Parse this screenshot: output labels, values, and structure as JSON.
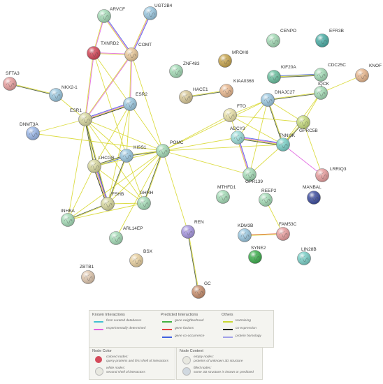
{
  "network": {
    "nodes": [
      {
        "id": "ARVCF",
        "color": "#a6dcb8"
      },
      {
        "id": "UGT2B4",
        "color": "#9cc8e0"
      },
      {
        "id": "TXNRD2",
        "color": "#d44a5a"
      },
      {
        "id": "COMT",
        "color": "#e8c89a"
      },
      {
        "id": "CENPO",
        "color": "#a6dcb8"
      },
      {
        "id": "EFR3B",
        "color": "#4fb0a8"
      },
      {
        "id": "MROH8",
        "color": "#c8a650"
      },
      {
        "id": "ZNF483",
        "color": "#a6dcb8"
      },
      {
        "id": "KIF20A",
        "color": "#6cc0a0"
      },
      {
        "id": "CDC25C",
        "color": "#a6dcb8"
      },
      {
        "id": "KNOF",
        "color": "#e8b890"
      },
      {
        "id": "SFTA3",
        "color": "#e8a0a0"
      },
      {
        "id": "NKX2-1",
        "color": "#9cc8e0"
      },
      {
        "id": "HACE1",
        "color": "#d8c898"
      },
      {
        "id": "KIAA0368",
        "color": "#e8b890"
      },
      {
        "id": "DNAJC27",
        "color": "#9cc8e0"
      },
      {
        "id": "IQCK",
        "color": "#a6dcb8"
      },
      {
        "id": "ESR2",
        "color": "#9cc8e0"
      },
      {
        "id": "ESR1",
        "color": "#d8d8a0"
      },
      {
        "id": "FTO",
        "color": "#e8e0a8"
      },
      {
        "id": "GPRC5B",
        "color": "#c8dc80"
      },
      {
        "id": "DNMT3A",
        "color": "#9cb8e8"
      },
      {
        "id": "ADCY3",
        "color": "#9cdcd8"
      },
      {
        "id": "TNNI3K",
        "color": "#7cd0c8"
      },
      {
        "id": "KISS1",
        "color": "#9cc8e0"
      },
      {
        "id": "POMC",
        "color": "#a6dcb8"
      },
      {
        "id": "LHCGR",
        "color": "#d8d8a0"
      },
      {
        "id": "GPR139",
        "color": "#a6dcb8"
      },
      {
        "id": "LRRIQ3",
        "color": "#e8a0a0"
      },
      {
        "id": "MANBAL",
        "color": "#4050a0"
      },
      {
        "id": "FSHB",
        "color": "#d8d8a0"
      },
      {
        "id": "GHRH",
        "color": "#a6dcb8"
      },
      {
        "id": "MTHFD1",
        "color": "#a6dcb8"
      },
      {
        "id": "REEP2",
        "color": "#a6dcb8"
      },
      {
        "id": "INHBA",
        "color": "#a6dcb8"
      },
      {
        "id": "REN",
        "color": "#a898e0"
      },
      {
        "id": "KDM3B",
        "color": "#9cc8e0"
      },
      {
        "id": "FAM53C",
        "color": "#e8a0a0"
      },
      {
        "id": "ARL14EP",
        "color": "#a6dcb8"
      },
      {
        "id": "SYNE2",
        "color": "#40b050"
      },
      {
        "id": "LIN28B",
        "color": "#7cd0c8"
      },
      {
        "id": "BSX",
        "color": "#e8d0a0"
      },
      {
        "id": "ZBTB1",
        "color": "#e0c8b0"
      },
      {
        "id": "GC",
        "color": "#c89070"
      }
    ],
    "edges": [
      [
        "ARVCF",
        "COMT",
        [
          "#4060e0",
          "#e060e0",
          "#d8d830"
        ]
      ],
      [
        "ARVCF",
        "TXNRD2",
        [
          "#e060e0",
          "#d8d830"
        ]
      ],
      [
        "UGT2B4",
        "COMT",
        [
          "#4060e0",
          "#e060e0",
          "#d8d830"
        ]
      ],
      [
        "TXNRD2",
        "COMT",
        [
          "#e060e0",
          "#d8d830"
        ]
      ],
      [
        "COMT",
        "ESR1",
        [
          "#e060e0",
          "#d8d830"
        ]
      ],
      [
        "COMT",
        "ESR2",
        [
          "#e060e0",
          "#d8d830"
        ]
      ],
      [
        "TXNRD2",
        "ESR1",
        [
          "#e060e0",
          "#d8d830"
        ]
      ],
      [
        "TXNRD2",
        "ESR2",
        [
          "#d8d830"
        ]
      ],
      [
        "COMT",
        "POMC",
        [
          "#d8d830"
        ]
      ],
      [
        "TXNRD2",
        "KISS1",
        [
          "#d8d830"
        ]
      ],
      [
        "SFTA3",
        "NKX2-1",
        [
          "#d8d830",
          "#405030"
        ]
      ],
      [
        "NKX2-1",
        "ESR1",
        [
          "#d8d830"
        ]
      ],
      [
        "ESR1",
        "ESR2",
        [
          "#4060e0",
          "#e060e0",
          "#d8d830",
          "#202020"
        ]
      ],
      [
        "ESR1",
        "DNMT3A",
        [
          "#d8d830"
        ]
      ],
      [
        "ESR1",
        "LHCGR",
        [
          "#d8d830",
          "#405030"
        ]
      ],
      [
        "ESR1",
        "KISS1",
        [
          "#d8d830"
        ]
      ],
      [
        "ESR1",
        "POMC",
        [
          "#d8d830"
        ]
      ],
      [
        "ESR1",
        "FSHB",
        [
          "#d8d830",
          "#405030"
        ]
      ],
      [
        "ESR1",
        "INHBA",
        [
          "#d8d830"
        ]
      ],
      [
        "ESR1",
        "GHRH",
        [
          "#d8d830"
        ]
      ],
      [
        "ESR2",
        "KISS1",
        [
          "#d8d830"
        ]
      ],
      [
        "ESR2",
        "LHCGR",
        [
          "#d8d830"
        ]
      ],
      [
        "ESR2",
        "FSHB",
        [
          "#d8d830"
        ]
      ],
      [
        "ESR2",
        "POMC",
        [
          "#d8d830"
        ]
      ],
      [
        "KISS1",
        "LHCGR",
        [
          "#4060e0",
          "#d8d830",
          "#405030"
        ]
      ],
      [
        "KISS1",
        "POMC",
        [
          "#d8d830",
          "#405030"
        ]
      ],
      [
        "KISS1",
        "FSHB",
        [
          "#d8d830",
          "#405030"
        ]
      ],
      [
        "KISS1",
        "GHRH",
        [
          "#d8d830"
        ]
      ],
      [
        "LHCGR",
        "FSHB",
        [
          "#4060e0",
          "#e060e0",
          "#d8d830",
          "#202020"
        ]
      ],
      [
        "LHCGR",
        "INHBA",
        [
          "#d8d830"
        ]
      ],
      [
        "LHCGR",
        "POMC",
        [
          "#d8d830"
        ]
      ],
      [
        "LHCGR",
        "GHRH",
        [
          "#d8d830"
        ]
      ],
      [
        "FSHB",
        "INHBA",
        [
          "#d8d830",
          "#405030"
        ]
      ],
      [
        "FSHB",
        "GHRH",
        [
          "#d8d830"
        ]
      ],
      [
        "FSHB",
        "POMC",
        [
          "#d8d830"
        ]
      ],
      [
        "POMC",
        "GHRH",
        [
          "#d8d830",
          "#405030"
        ]
      ],
      [
        "POMC",
        "REN",
        [
          "#d8d830"
        ]
      ],
      [
        "POMC",
        "FTO",
        [
          "#d8d830"
        ]
      ],
      [
        "POMC",
        "ADCY3",
        [
          "#d8d830"
        ]
      ],
      [
        "POMC",
        "DNAJC27",
        [
          "#d8d830"
        ]
      ],
      [
        "POMC",
        "TNNI3K",
        [
          "#d8d830"
        ]
      ],
      [
        "POMC",
        "GPR139",
        [
          "#d8d830"
        ]
      ],
      [
        "POMC",
        "INHBA",
        [
          "#d8d830"
        ]
      ],
      [
        "POMC",
        "ARL14EP",
        [
          "#d8d830"
        ]
      ],
      [
        "REN",
        "GC",
        [
          "#d8d830",
          "#405030"
        ]
      ],
      [
        "HACE1",
        "KIAA0368",
        [
          "#d8d830",
          "#405030"
        ]
      ],
      [
        "KIF20A",
        "CDC25C",
        [
          "#4060e0",
          "#d8d830",
          "#405030"
        ]
      ],
      [
        "DNAJC27",
        "IQCK",
        [
          "#d8d830",
          "#405030"
        ]
      ],
      [
        "DNAJC27",
        "FTO",
        [
          "#d8d830"
        ]
      ],
      [
        "DNAJC27",
        "ADCY3",
        [
          "#d8d830"
        ]
      ],
      [
        "DNAJC27",
        "TNNI3K",
        [
          "#d8d830",
          "#405030"
        ]
      ],
      [
        "DNAJC27",
        "GPRC5B",
        [
          "#d8d830"
        ]
      ],
      [
        "DNAJC27",
        "GPR139",
        [
          "#d8d830"
        ]
      ],
      [
        "IQCK",
        "GPRC5B",
        [
          "#d8d830"
        ]
      ],
      [
        "IQCK",
        "TNNI3K",
        [
          "#d8d830"
        ]
      ],
      [
        "IQCK",
        "KNOF",
        [
          "#d8d830"
        ]
      ],
      [
        "FTO",
        "ADCY3",
        [
          "#d8d830"
        ]
      ],
      [
        "FTO",
        "TNNI3K",
        [
          "#d8d830"
        ]
      ],
      [
        "FTO",
        "GPRC5B",
        [
          "#d8d830"
        ]
      ],
      [
        "ADCY3",
        "TNNI3K",
        [
          "#4060e0",
          "#e060e0",
          "#d8d830",
          "#405030"
        ]
      ],
      [
        "ADCY3",
        "GPR139",
        [
          "#4060e0",
          "#e060e0",
          "#d8d830"
        ]
      ],
      [
        "TNNI3K",
        "GPR139",
        [
          "#d8d830"
        ]
      ],
      [
        "TNNI3K",
        "GPRC5B",
        [
          "#d8d830",
          "#405030"
        ]
      ],
      [
        "TNNI3K",
        "LRRIQ3",
        [
          "#e060e0"
        ]
      ],
      [
        "GPRC5B",
        "LRRIQ3",
        [
          "#d8d830"
        ]
      ],
      [
        "REEP2",
        "FAM53C",
        [
          "#d8d830"
        ]
      ],
      [
        "KDM3B",
        "FAM53C",
        [
          "#e06030",
          "#d8d830"
        ]
      ],
      [
        "GHRH",
        "INHBA",
        [
          "#d8d830"
        ]
      ],
      [
        "DNMT3A",
        "POMC",
        [
          "#d8d830"
        ]
      ]
    ]
  },
  "legend": {
    "known": {
      "title": "Known Interactions",
      "items": [
        {
          "label": "from curated databases",
          "color": "#40c0d0"
        },
        {
          "label": "experimentally determined",
          "color": "#e060e0"
        }
      ]
    },
    "predicted": {
      "title": "Predicted Interactions",
      "items": [
        {
          "label": "gene neighborhood",
          "color": "#40b040"
        },
        {
          "label": "gene fusions",
          "color": "#e04040"
        },
        {
          "label": "gene co-occurrence",
          "color": "#4060e0"
        }
      ]
    },
    "others": {
      "title": "Others",
      "items": [
        {
          "label": "textmining",
          "color": "#c8d830"
        },
        {
          "label": "co-expression",
          "color": "#202020"
        },
        {
          "label": "protein homology",
          "color": "#a0a0e8"
        }
      ]
    },
    "node_color": {
      "title": "Node Color",
      "items": [
        {
          "line1": "colored nodes:",
          "line2": "query proteins and first shell of interactors",
          "color": "#d44a5a"
        },
        {
          "line1": "white nodes:",
          "line2": "second shell of interactors",
          "color": "#e8e8e0"
        }
      ]
    },
    "node_content": {
      "title": "Node Content",
      "items": [
        {
          "line1": "empty nodes:",
          "line2": "proteins of unknown 3D structure",
          "color": "#e8e8e0"
        },
        {
          "line1": "filled nodes:",
          "line2": "some 3D structure is known or predicted",
          "color": "#d0d8e0"
        }
      ]
    }
  }
}
